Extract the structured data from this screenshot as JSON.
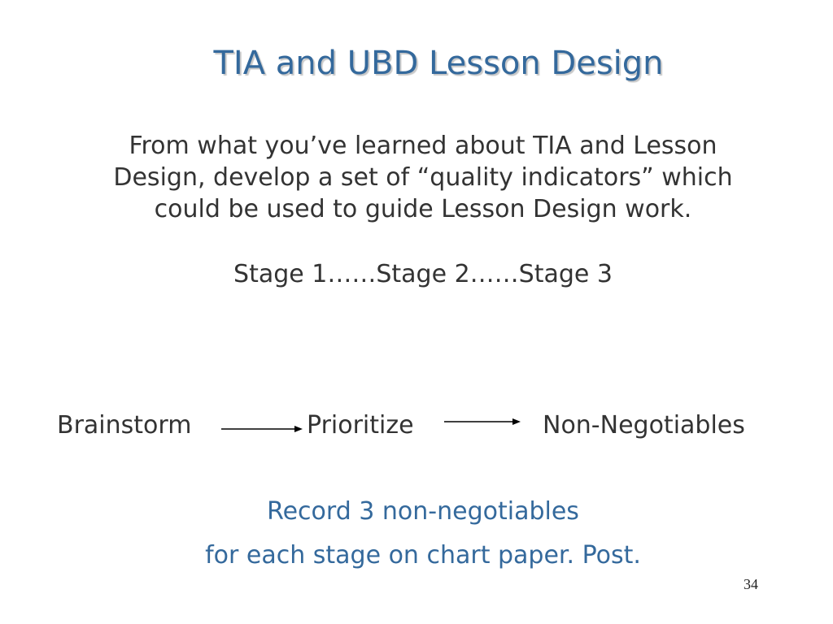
{
  "slide": {
    "title": "TIA and UBD Lesson Design",
    "body_lines": [
      "From what you’ve learned about TIA and Lesson",
      "Design, develop a set of “quality indicators” which",
      "could be used to guide Lesson Design work."
    ],
    "stages": "Stage 1……Stage 2……Stage 3",
    "flow": {
      "step1": "Brainstorm",
      "step2": "Prioritize",
      "step3": "Non-Negotiables"
    },
    "record_lines": [
      "Record 3 non-negotiables",
      "for each stage on chart paper. Post."
    ],
    "page_number": "34"
  },
  "colors": {
    "title": "#34699c",
    "body": "#333333",
    "accent": "#34699c"
  }
}
